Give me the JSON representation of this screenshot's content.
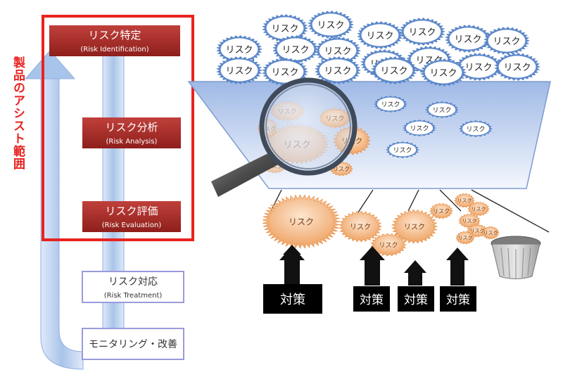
{
  "scope_label": "製品のアシスト範囲",
  "steps": [
    {
      "title": "リスク特定",
      "subtitle": "(Risk Identification)",
      "highlighted": true
    },
    {
      "title": "リスク分析",
      "subtitle": "(Risk Analysis)",
      "highlighted": true
    },
    {
      "title": "リスク評価",
      "subtitle": "(Risk Evaluation)",
      "highlighted": true
    },
    {
      "title": "リスク対応",
      "subtitle": "(Risk Treatment)",
      "highlighted": false
    },
    {
      "title": "モニタリング・改善",
      "subtitle": "",
      "highlighted": false
    }
  ],
  "risk_word": "リスク",
  "countermeasure_label": "対策",
  "colors": {
    "accent_red": "#e8231f",
    "step_fill_dark": "#8e1f1b",
    "step_fill_light": "#c0403b",
    "panel_border": "#9a9adc",
    "arrow_blue": "#a9c4ea",
    "risk_blue_spikes": "#5b87c9",
    "risk_orange": "#f2b27a",
    "funnel_top": "#9fb9e6",
    "countermeasure_box": "#000000"
  },
  "icons": [
    "magnifier-icon",
    "trash-bin-icon",
    "up-arrow-icon",
    "funnel-icon"
  ]
}
